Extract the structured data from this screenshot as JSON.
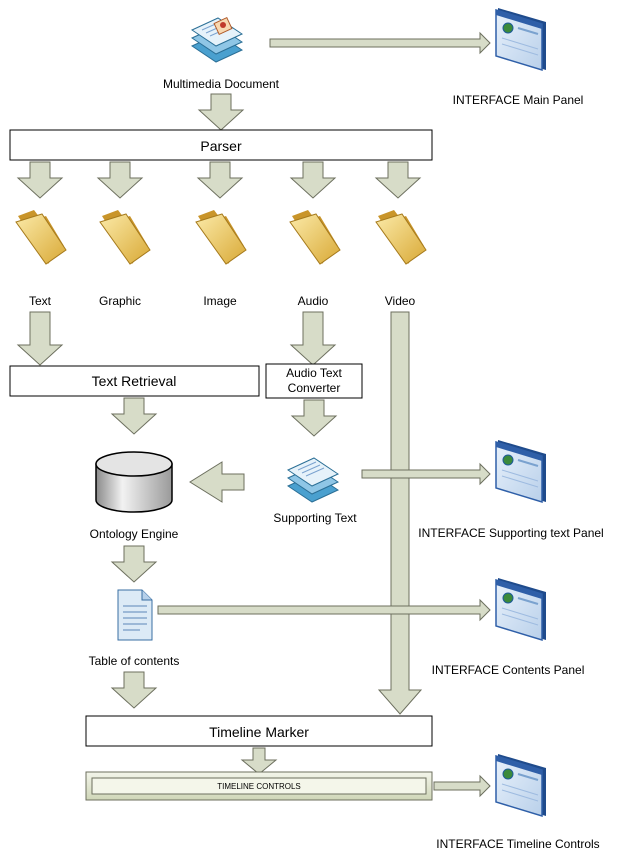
{
  "nodes": {
    "multimedia_document": "Multimedia Document",
    "interface_main_panel": "INTERFACE Main Panel",
    "parser": "Parser",
    "text": "Text",
    "graphic": "Graphic",
    "image": "Image",
    "audio": "Audio",
    "video": "Video",
    "text_retrieval": "Text Retrieval",
    "audio_text_converter_line1": "Audio Text",
    "audio_text_converter_line2": "Converter",
    "ontology_engine": "Ontology Engine",
    "supporting_text": "Supporting Text",
    "interface_supporting_panel": "INTERFACE Supporting text Panel",
    "table_of_contents": "Table of contents",
    "interface_contents_panel": "INTERFACE Contents Panel",
    "timeline_marker": "Timeline Marker",
    "timeline_controls": "TIMELINE CONTROLS",
    "interface_timeline_controls": "INTERFACE Timeline Controls"
  },
  "icons": {
    "document_stack": "document-stack-icon",
    "folder": "folder-icon",
    "database": "database-icon",
    "single_document": "document-icon",
    "interface_window": "browser-window-icon"
  },
  "colors": {
    "arrow_fill": "#d7dcc8",
    "arrow_stroke": "#6c6f5e",
    "folder_fill": "#f2d57a",
    "window_blue": "#2f5fa8",
    "doc_blue": "#cfe3f3"
  }
}
